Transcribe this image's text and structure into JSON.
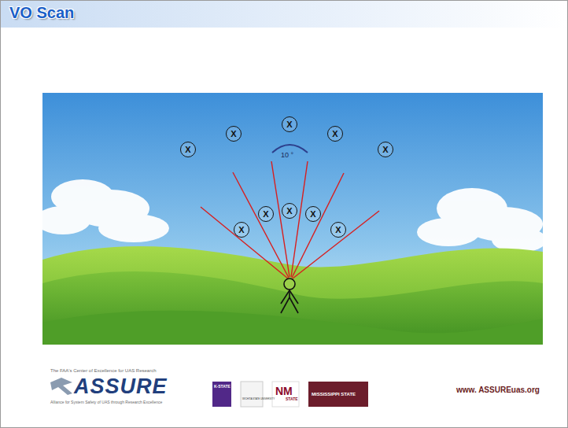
{
  "diagram": {
    "title": "VO Scan",
    "nodes": [
      {
        "text": [
          "X"
        ]
      },
      {
        "text": [
          "X"
        ]
      },
      {
        "text": [
          "X"
        ]
      },
      {
        "text": [
          "X"
        ]
      },
      {
        "text": [
          "X"
        ]
      },
      {
        "text": [
          "X"
        ]
      },
      {
        "text": [
          "X"
        ]
      },
      {
        "text": [
          "X"
        ]
      },
      {
        "text": [
          "X"
        ]
      },
      {
        "text": [
          "X"
        ]
      }
    ],
    "labels": [
      "10 °",
      "The FAA's Center of Excellence for UAS Research",
      "ASSURE",
      "Alliance for System Safety of UAS through Research Excellence",
      "K-STATE",
      "WICHITA STATE UNIVERSITY",
      "NM",
      "STATE",
      "MISSISSIPPI STATE",
      "www. ASSUREuas.org"
    ]
  }
}
